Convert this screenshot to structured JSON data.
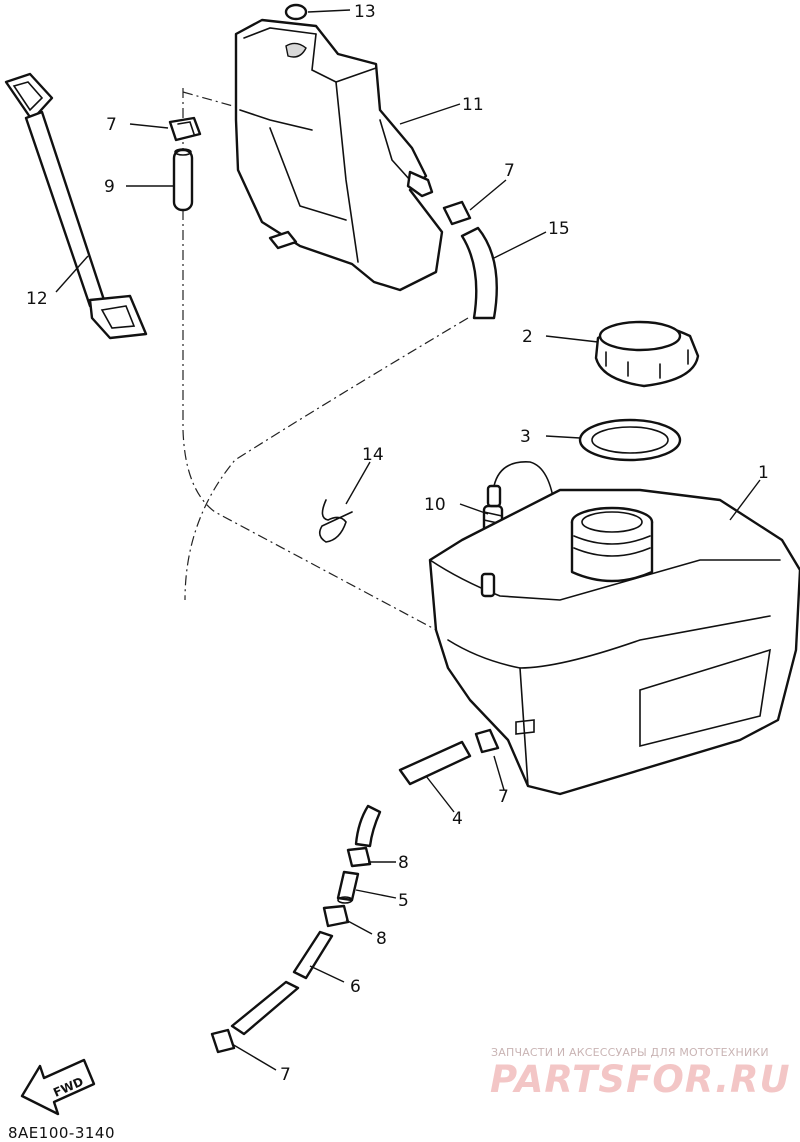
{
  "diagram": {
    "drawing_code": "8AE100-3140",
    "fwd_label": "FWD",
    "callouts": {
      "c1": "1",
      "c2": "2",
      "c3": "3",
      "c4": "4",
      "c5": "5",
      "c6": "6",
      "c7a": "7",
      "c7b": "7",
      "c7c": "7",
      "c7d": "7",
      "c8a": "8",
      "c8b": "8",
      "c9": "9",
      "c10": "10",
      "c11": "11",
      "c12": "12",
      "c13": "13",
      "c14": "14",
      "c15": "15"
    }
  },
  "watermark": {
    "tagline": "ЗАПЧАСТИ И АКСЕССУАРЫ ДЛЯ МОТОТЕХНИКИ",
    "brand": "PARTSFOR.RU"
  }
}
